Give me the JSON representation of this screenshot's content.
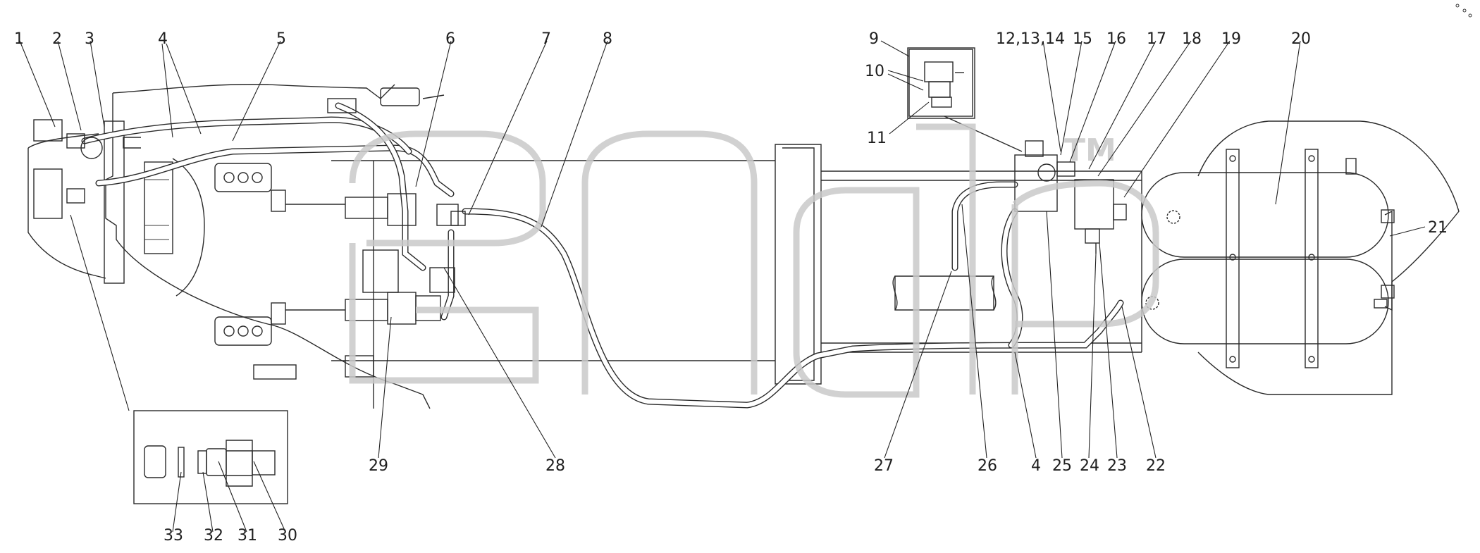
{
  "callouts": {
    "n1": "1",
    "n2": "2",
    "n3": "3",
    "n4a": "4",
    "n5": "5",
    "n6": "6",
    "n7": "7",
    "n8": "8",
    "n9": "9",
    "n10": "10",
    "n11": "11",
    "n12": "12,13,14",
    "n15": "15",
    "n16": "16",
    "n17": "17",
    "n18": "18",
    "n19": "19",
    "n20": "20",
    "n21": "21",
    "n22": "22",
    "n23": "23",
    "n24": "24",
    "n25": "25",
    "n4b": "4",
    "n26": "26",
    "n27": "27",
    "n28": "28",
    "n29": "29",
    "n30": "30",
    "n31": "31",
    "n32": "32",
    "n33": "33"
  },
  "watermark": {
    "tm": "TM"
  },
  "colors": {
    "line": "#2a2a2a",
    "watermark": "#c9c9c9",
    "background": "#ffffff"
  }
}
